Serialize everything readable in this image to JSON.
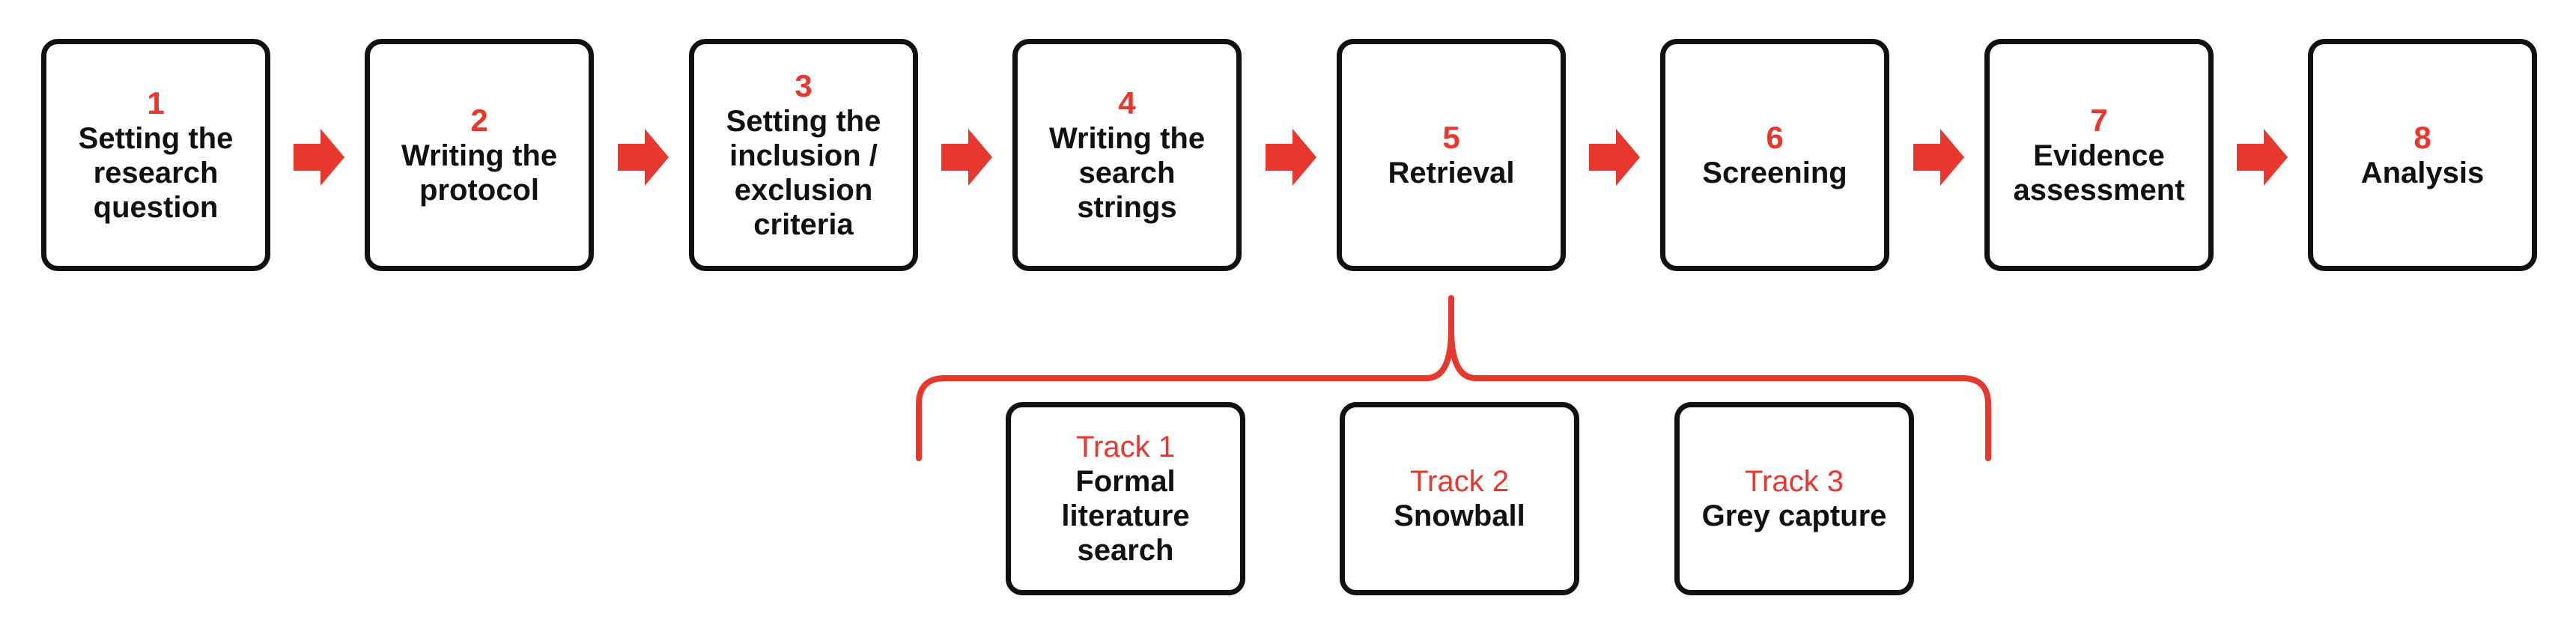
{
  "steps": [
    {
      "num": "1",
      "label": "Setting the research question"
    },
    {
      "num": "2",
      "label": "Writing the protocol"
    },
    {
      "num": "3",
      "label": "Setting the inclusion / exclusion criteria"
    },
    {
      "num": "4",
      "label": "Writing the search strings"
    },
    {
      "num": "5",
      "label": "Retrieval"
    },
    {
      "num": "6",
      "label": "Screening"
    },
    {
      "num": "7",
      "label": "Evidence assessment"
    },
    {
      "num": "8",
      "label": "Analysis"
    }
  ],
  "tracks": [
    {
      "title": "Track 1",
      "label": "Formal literature search"
    },
    {
      "title": "Track 2",
      "label": "Snowball"
    },
    {
      "title": "Track 3",
      "label": "Grey capture"
    }
  ],
  "colors": {
    "accent": "#e8372c",
    "text": "#111111",
    "border": "#111111"
  },
  "icons": {
    "flow_arrow": "arrow-right-icon",
    "bracket": "curly-brace"
  }
}
